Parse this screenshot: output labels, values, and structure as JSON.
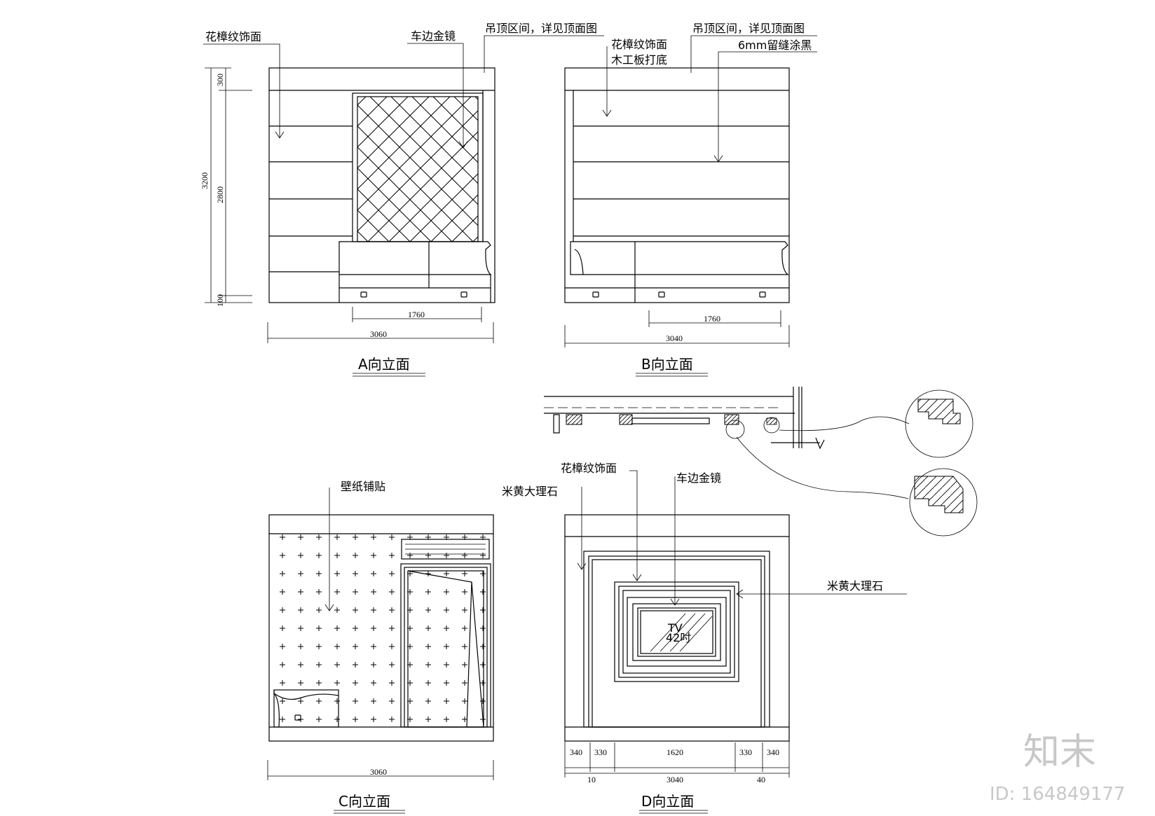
{
  "views": {
    "a": {
      "title": "A向立面",
      "label_flower": "花樟纹饰面",
      "label_mirror": "车边金镜",
      "label_ceiling": "吊顶区间，详见顶面图",
      "dim_total_h": "3200",
      "dim_top": "300",
      "dim_mid": "2800",
      "dim_bot": "100",
      "dim_bed": "1760",
      "dim_width": "3060"
    },
    "b": {
      "title": "B向立面",
      "label_flower": "花樟纹饰面",
      "label_base": "木工板打底",
      "label_ceiling": "吊顶区间，详见顶面图",
      "label_gap": "6mm留缝涂黑",
      "dim_bed": "1760",
      "dim_width": "3040"
    },
    "c": {
      "title": "C向立面",
      "label_wallpaper": "壁纸铺贴",
      "dim_width": "3060"
    },
    "d": {
      "title": "D向立面",
      "label_flower": "花樟纹饰面",
      "label_mirror": "车边金镜",
      "label_marble_left": "米黄大理石",
      "label_marble_right": "米黄大理石",
      "tv_text": "TV",
      "tv_size": "42吋",
      "dims_top": [
        "340",
        "330",
        "1620",
        "330",
        "340"
      ],
      "dim_left": "10",
      "dim_width": "3040",
      "dim_right": "40"
    }
  },
  "watermark": {
    "brand": "知末",
    "id": "ID: 164849177"
  }
}
